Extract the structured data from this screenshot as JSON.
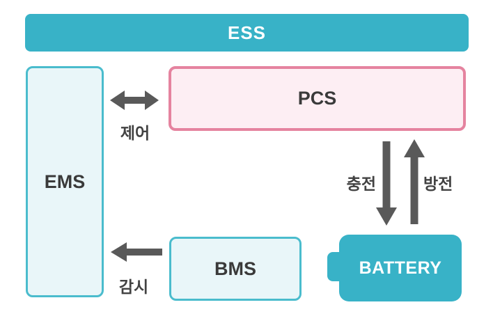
{
  "diagram_title": "ESS system architecture diagram",
  "colors": {
    "bg": "#ffffff",
    "teal": "#38b2c7",
    "teal_border": "#4abccd",
    "cyan_fill": "#e9f6f9",
    "pink_border": "#e5839f",
    "pink_fill": "#fdeef3",
    "arrow": "#595959",
    "label_text": "#424242",
    "box_text": "#3a3a3a",
    "white_text": "#ffffff"
  },
  "boxes": {
    "ess": {
      "label": "ESS"
    },
    "ems": {
      "label": "EMS"
    },
    "pcs": {
      "label": "PCS"
    },
    "bms": {
      "label": "BMS"
    },
    "battery": {
      "label": "BATTERY"
    }
  },
  "arrows": {
    "control": {
      "label": "제어",
      "type": "double-horizontal",
      "between": [
        "EMS",
        "PCS"
      ]
    },
    "monitor": {
      "label": "감시",
      "type": "left",
      "between": [
        "BMS",
        "EMS"
      ]
    },
    "charge": {
      "label": "충전",
      "type": "down",
      "between": [
        "PCS",
        "BATTERY"
      ]
    },
    "discharge": {
      "label": "방전",
      "type": "up",
      "between": [
        "BATTERY",
        "PCS"
      ]
    }
  }
}
